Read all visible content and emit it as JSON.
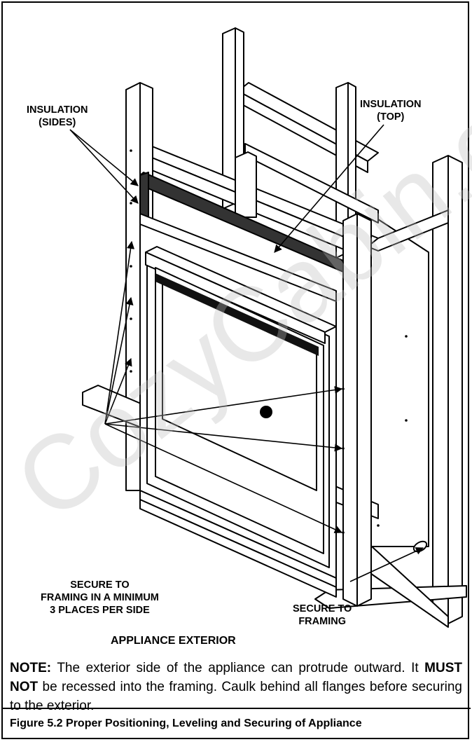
{
  "labels": {
    "insulation_sides": [
      "INSULATION",
      "(SIDES)"
    ],
    "insulation_top": [
      "INSULATION",
      "(TOP)"
    ],
    "secure_places": [
      "SECURE TO",
      "FRAMING IN A MINIMUM",
      "3 PLACES PER SIDE"
    ],
    "secure_framing": [
      "SECURE TO",
      "FRAMING"
    ],
    "appliance_exterior": "APPLIANCE EXTERIOR"
  },
  "note": {
    "lead": "NOTE:",
    "text_1": " The exterior side of the appliance can protrude outward. It ",
    "emphasis": "MUST NOT",
    "text_2": " be recessed into the framing. Caulk behind all flanges before securing to the exterior."
  },
  "caption": "Figure 5.2  Proper Positioning, Leveling and Securing of Appliance",
  "watermark": "CozyCabin.com"
}
